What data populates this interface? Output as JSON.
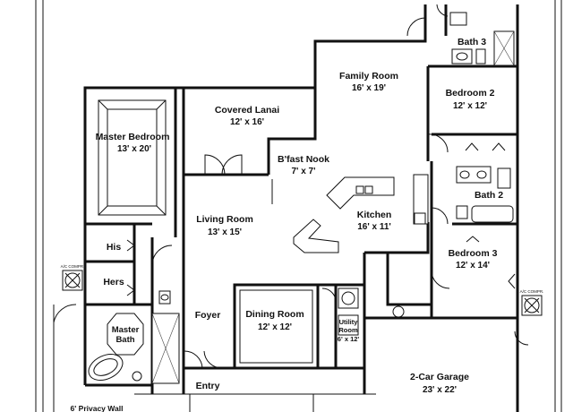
{
  "rooms": {
    "family_room": {
      "name": "Family Room",
      "size": "16' x 19'"
    },
    "bath3": {
      "name": "Bath 3",
      "size": ""
    },
    "bedroom2": {
      "name": "Bedroom 2",
      "size": "12' x 12'"
    },
    "covered_lanai": {
      "name": "Covered Lanai",
      "size": "12' x 16'"
    },
    "master_bedroom": {
      "name": "Master Bedroom",
      "size": "13' x 20'"
    },
    "bfast_nook": {
      "name": "B'fast Nook",
      "size": "7' x 7'"
    },
    "bath2": {
      "name": "Bath 2",
      "size": ""
    },
    "kitchen": {
      "name": "Kitchen",
      "size": "16' x 11'"
    },
    "living_room": {
      "name": "Living Room",
      "size": "13' x 15'"
    },
    "his_closet": {
      "name": "His",
      "size": ""
    },
    "hers_closet": {
      "name": "Hers",
      "size": ""
    },
    "bedroom3": {
      "name": "Bedroom 3",
      "size": "12' x 14'"
    },
    "dining_room": {
      "name": "Dining Room",
      "size": "12' x 12'"
    },
    "foyer": {
      "name": "Foyer",
      "size": ""
    },
    "utility_room": {
      "name": "Utility Room",
      "size": "6' x 12'"
    },
    "master_bath": {
      "name": "Master Bath",
      "size": ""
    },
    "garage": {
      "name": "2-Car Garage",
      "size": "23' x 22'"
    },
    "entry": {
      "name": "Entry",
      "size": ""
    },
    "privacy_wall": {
      "name": "6' Privacy Wall",
      "size": ""
    }
  },
  "labels": {
    "ac_unit": "A/C COMPR."
  }
}
